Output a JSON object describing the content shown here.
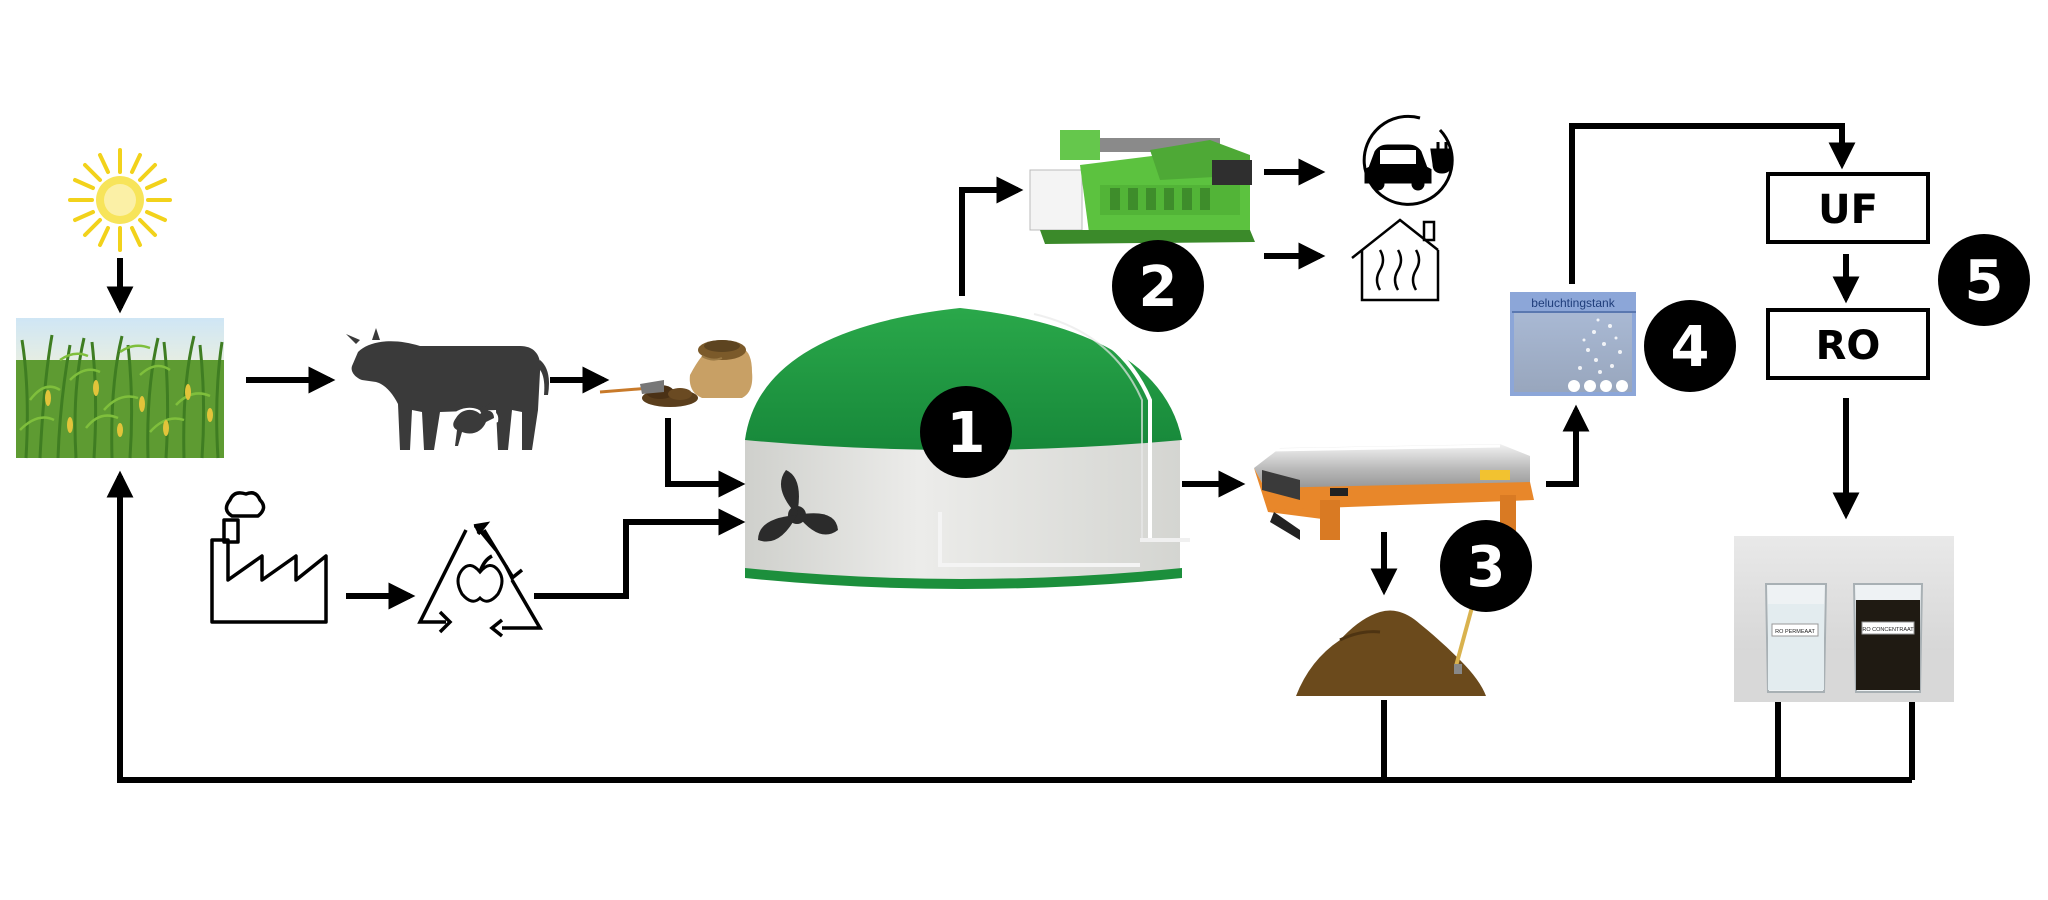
{
  "steps": {
    "s1": "1",
    "s2": "2",
    "s3": "3",
    "s4": "4",
    "s5": "5"
  },
  "membranes": {
    "uf": "UF",
    "ro": "RO"
  },
  "aeration_tank": {
    "label": "beluchtingstank"
  },
  "beakers": {
    "left_label": "RO PERMEAAT",
    "right_label": "RO CONCENTRAAT"
  },
  "icons": {
    "sun": "sun-icon",
    "crop_field": "corn-field-image",
    "livestock": "cow-chicken-icon",
    "manure": "manure-sack-icon",
    "factory": "factory-icon",
    "recycling": "recycle-apple-icon",
    "digester": "biogas-digester-dome",
    "mixer": "propeller-icon",
    "chp": "chp-generator-image",
    "ev": "electric-car-plug-icon",
    "heat": "house-heating-icon",
    "decanter": "decanter-centrifuge-image",
    "solids": "digestate-pile-image",
    "tank": "aeration-tank-image",
    "beakers": "permeate-concentrate-beakers-image"
  },
  "colors": {
    "digester_green": "#1f9a3e",
    "digester_body": "#e1e2de",
    "chp_green": "#5fc443",
    "decanter_orange": "#e8872a",
    "arrow": "#000000",
    "soil": "#6b4a1c"
  }
}
